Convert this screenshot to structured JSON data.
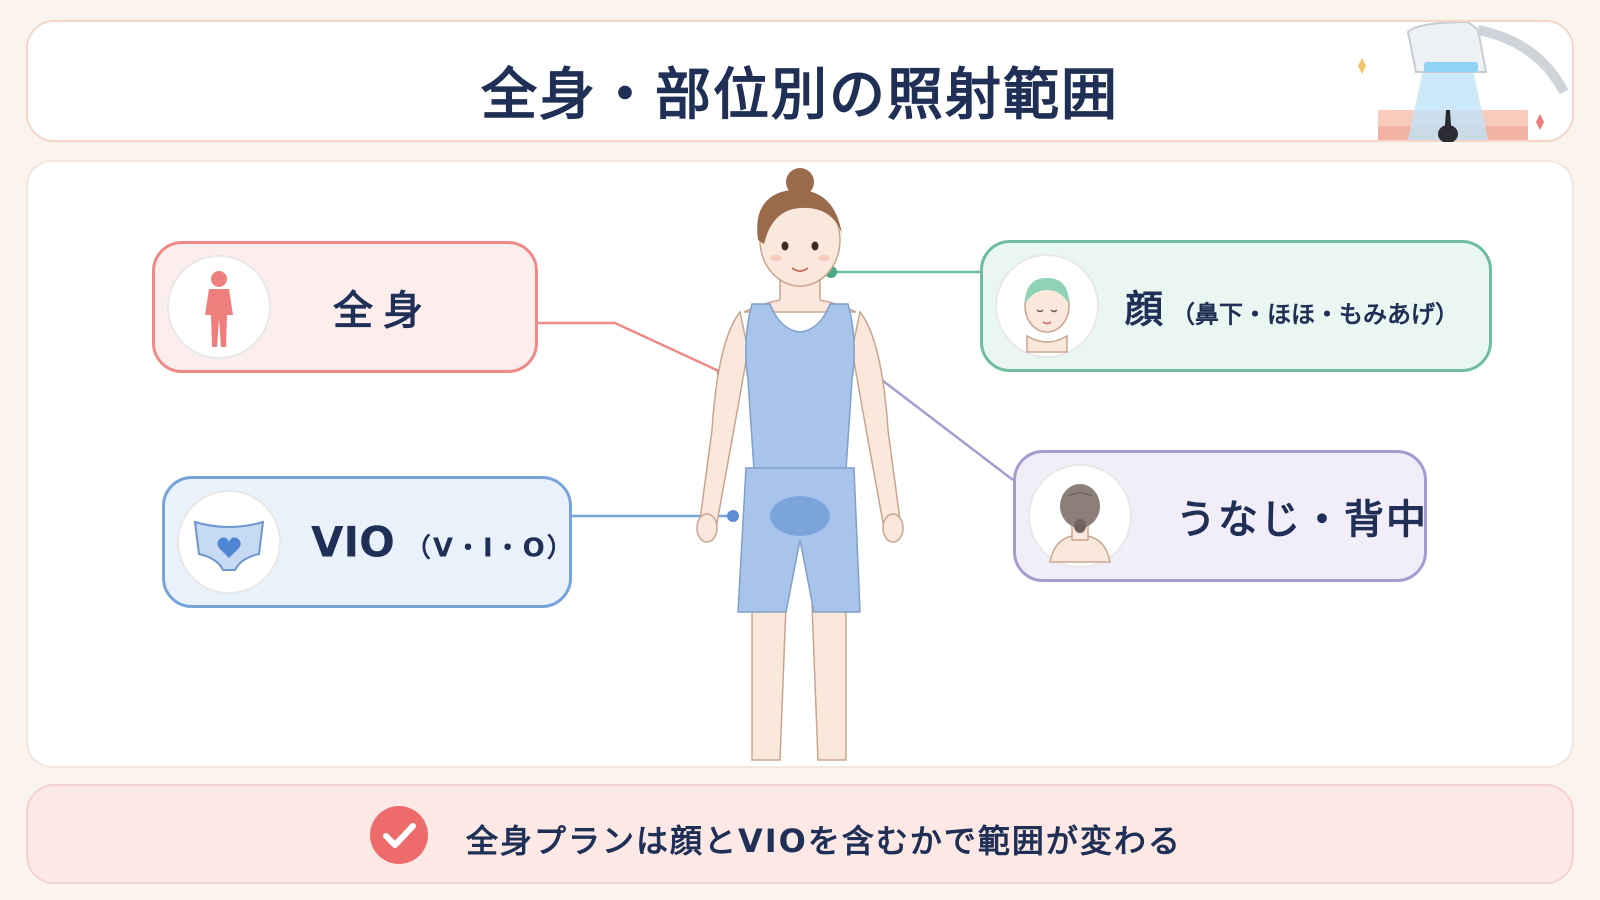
{
  "header": {
    "title": "全身・部位別の照射範囲"
  },
  "cards": {
    "full_body": {
      "label": "全身"
    },
    "vio": {
      "label": "VIO",
      "sub": "（V・I・O）"
    },
    "face": {
      "label": "顔",
      "sub": "（鼻下・ほほ・もみあげ）"
    },
    "neck_back": {
      "label": "うなじ・背中"
    }
  },
  "footer": {
    "text": "全身プランは顔とVIOを含むかで範囲が変わる"
  },
  "colors": {
    "full_body": "#ee8a88",
    "vio": "#78a3da",
    "face": "#6fbd9c",
    "neck_back": "#a79bd0",
    "title": "#1f2f55",
    "check": "#ee6b6b"
  },
  "icons": [
    "laser-device-icon",
    "silhouette-icon",
    "underwear-heart-icon",
    "face-icon",
    "back-of-head-icon",
    "check-icon"
  ]
}
